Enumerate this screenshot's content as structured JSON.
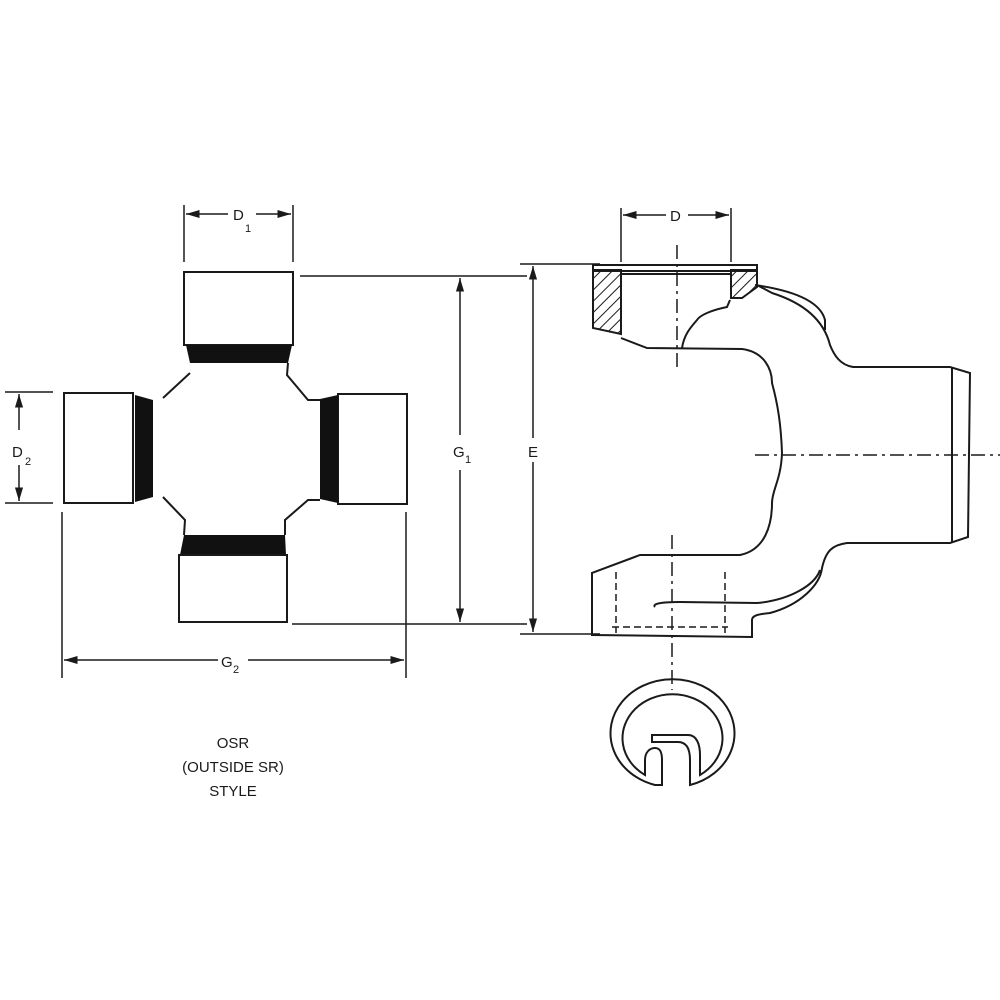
{
  "labels": {
    "d1": "D",
    "d1_sub": "1",
    "d2": "D",
    "d2_sub": "2",
    "g1": "G",
    "g1_sub": "1",
    "g2": "G",
    "g2_sub": "2",
    "e": "E",
    "d": "D"
  },
  "caption": {
    "line1": "OSR",
    "line2": "(OUTSIDE SR)",
    "line3": "STYLE"
  }
}
